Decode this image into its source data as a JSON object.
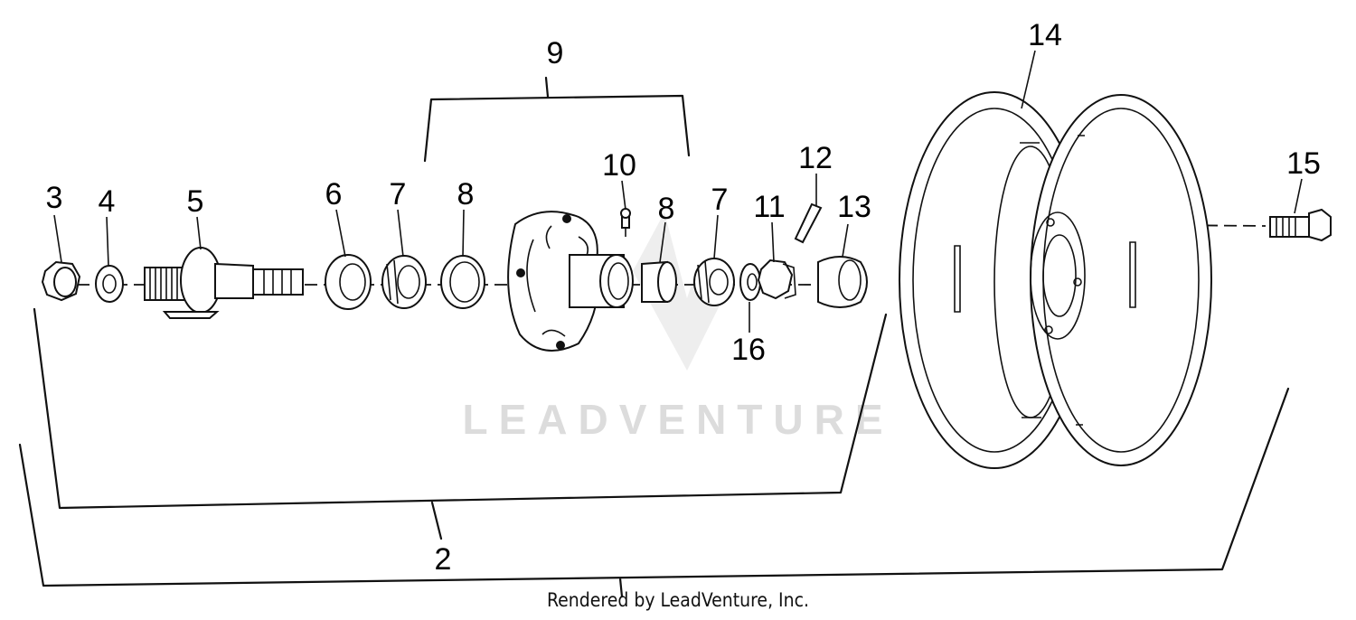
{
  "diagram": {
    "watermark": "LEADVENTURE",
    "credit": "Rendered by LeadVenture, Inc.",
    "callouts": {
      "c2": "2",
      "c3": "3",
      "c4": "4",
      "c5": "5",
      "c6": "6",
      "c7a": "7",
      "c7b": "7",
      "c8a": "8",
      "c8b": "8",
      "c9": "9",
      "c10": "10",
      "c11": "11",
      "c12": "12",
      "c13": "13",
      "c14": "14",
      "c15": "15",
      "c16": "16"
    }
  }
}
